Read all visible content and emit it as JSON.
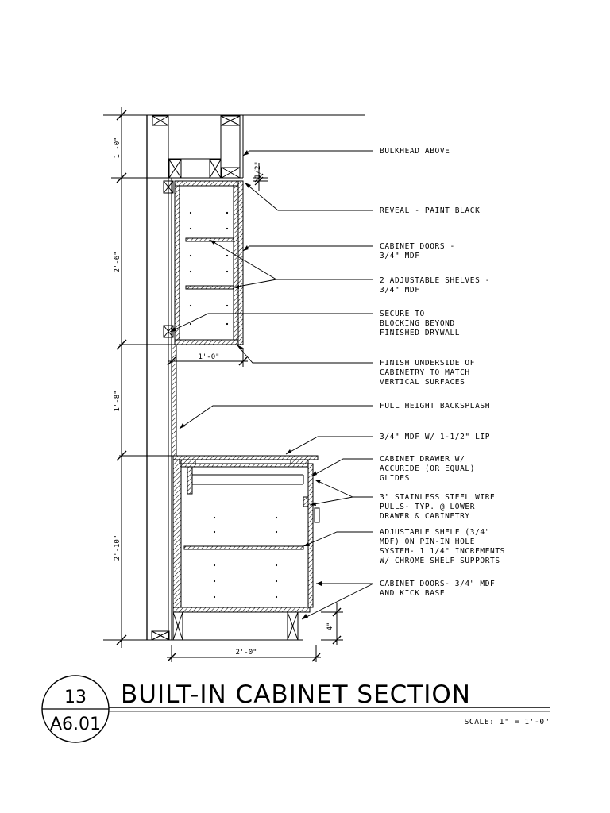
{
  "title": "BUILT-IN CABINET SECTION",
  "detail_number": "13",
  "sheet_number": "A6.01",
  "scale": "SCALE: 1\" = 1'-0\"",
  "dimensions": {
    "bulkhead_height": "1'-0\"",
    "reveal": "1/2\"",
    "upper_height": "2'-6\"",
    "upper_depth": "1'-0\"",
    "backsplash_height": "1'-8\"",
    "lower_height": "2'-10\"",
    "lower_depth": "2'-0\"",
    "kick_height": "4\""
  },
  "notes": [
    {
      "lines": [
        "BULKHEAD ABOVE"
      ]
    },
    {
      "lines": [
        "REVEAL - PAINT BLACK"
      ]
    },
    {
      "lines": [
        "CABINET DOORS -",
        "3/4\" MDF"
      ]
    },
    {
      "lines": [
        "2 ADJUSTABLE SHELVES -",
        "3/4\" MDF"
      ]
    },
    {
      "lines": [
        "SECURE TO",
        "BLOCKING BEYOND",
        "FINISHED DRYWALL"
      ]
    },
    {
      "lines": [
        "FINISH UNDERSIDE OF",
        "CABINETRY TO MATCH",
        "VERTICAL SURFACES"
      ]
    },
    {
      "lines": [
        "FULL HEIGHT BACKSPLASH"
      ]
    },
    {
      "lines": [
        "3/4\" MDF W/ 1-1/2\" LIP"
      ]
    },
    {
      "lines": [
        "CABINET DRAWER W/",
        "ACCURIDE (OR EQUAL)",
        "GLIDES"
      ]
    },
    {
      "lines": [
        "3\" STAINLESS STEEL WIRE",
        "PULLS- TYP. @ LOWER",
        "DRAWER & CABINETRY"
      ]
    },
    {
      "lines": [
        "ADJUSTABLE SHELF (3/4\"",
        "MDF) ON PIN-IN HOLE",
        "SYSTEM- 1 1/4\" INCREMENTS",
        "W/ CHROME SHELF SUPPORTS"
      ]
    },
    {
      "lines": [
        "CABINET DOORS- 3/4\" MDF",
        "AND KICK BASE"
      ]
    }
  ]
}
